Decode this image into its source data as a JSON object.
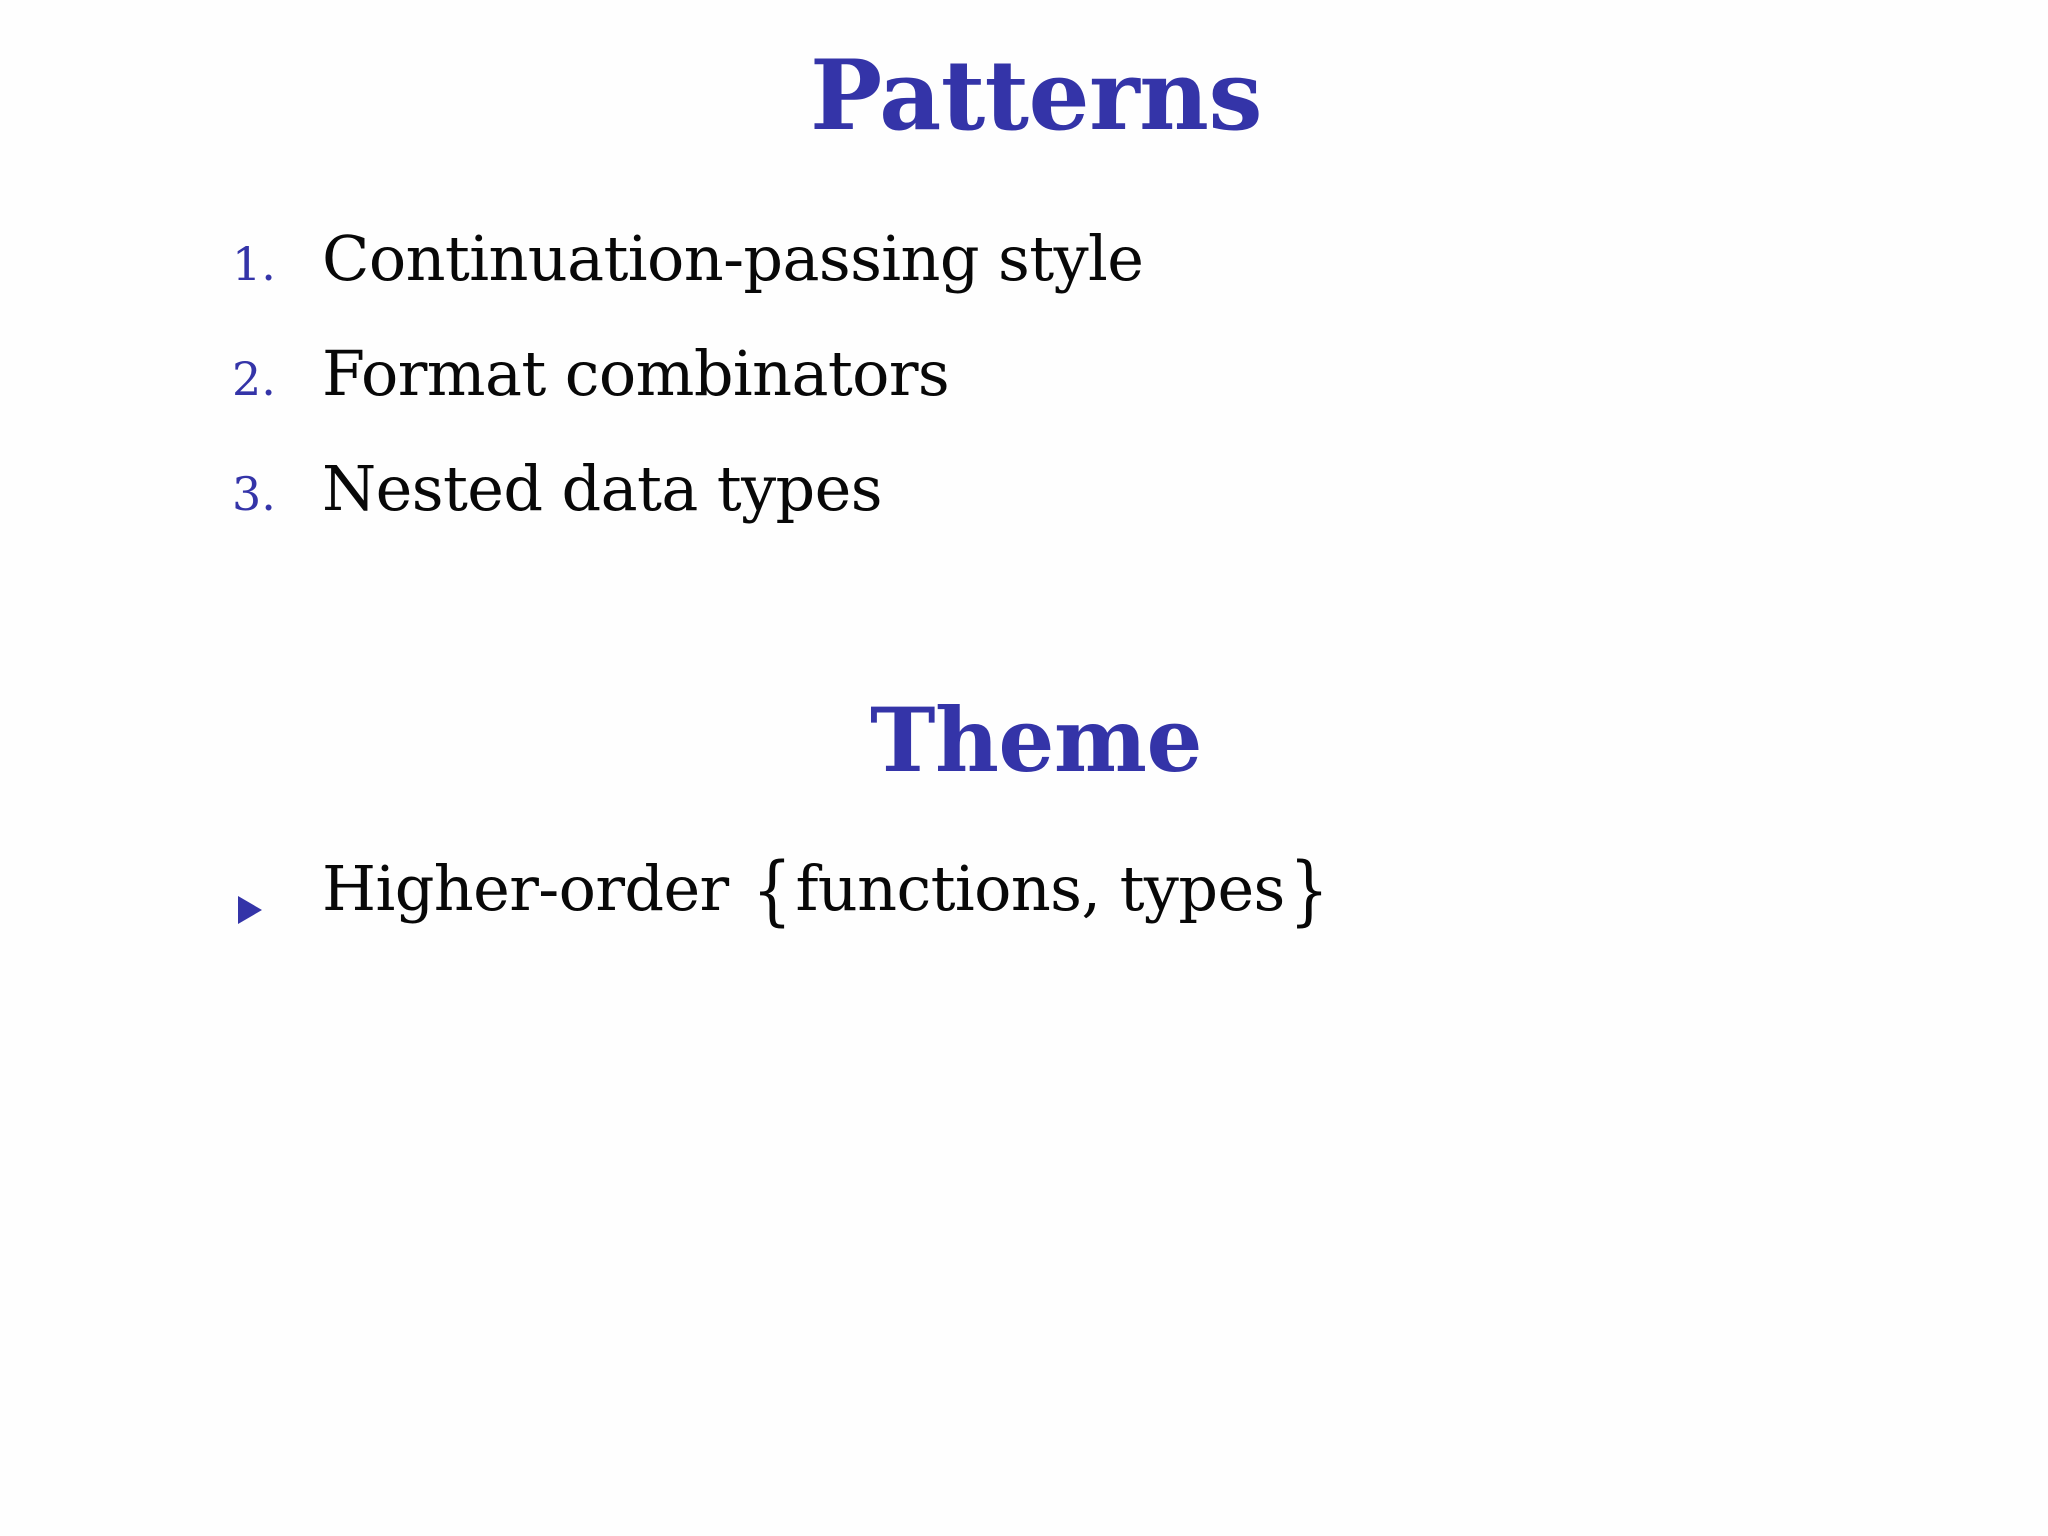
{
  "slide": {
    "background_color": "#fefefe",
    "accent_color": "#3434a8",
    "text_color": "#080808"
  },
  "sections": [
    {
      "heading": "Patterns",
      "list_type": "enumerate",
      "items": [
        {
          "marker": "1.",
          "text": "Continuation-passing style"
        },
        {
          "marker": "2.",
          "text": "Format combinators"
        },
        {
          "marker": "3.",
          "text": "Nested data types"
        }
      ]
    },
    {
      "heading": "Theme",
      "list_type": "itemize",
      "items": [
        {
          "marker": "triangle-bullet-icon",
          "text_before_brace": "Higher-order ",
          "brace_open": "{",
          "brace_content": "functions, types",
          "brace_close": "}"
        }
      ]
    }
  ]
}
